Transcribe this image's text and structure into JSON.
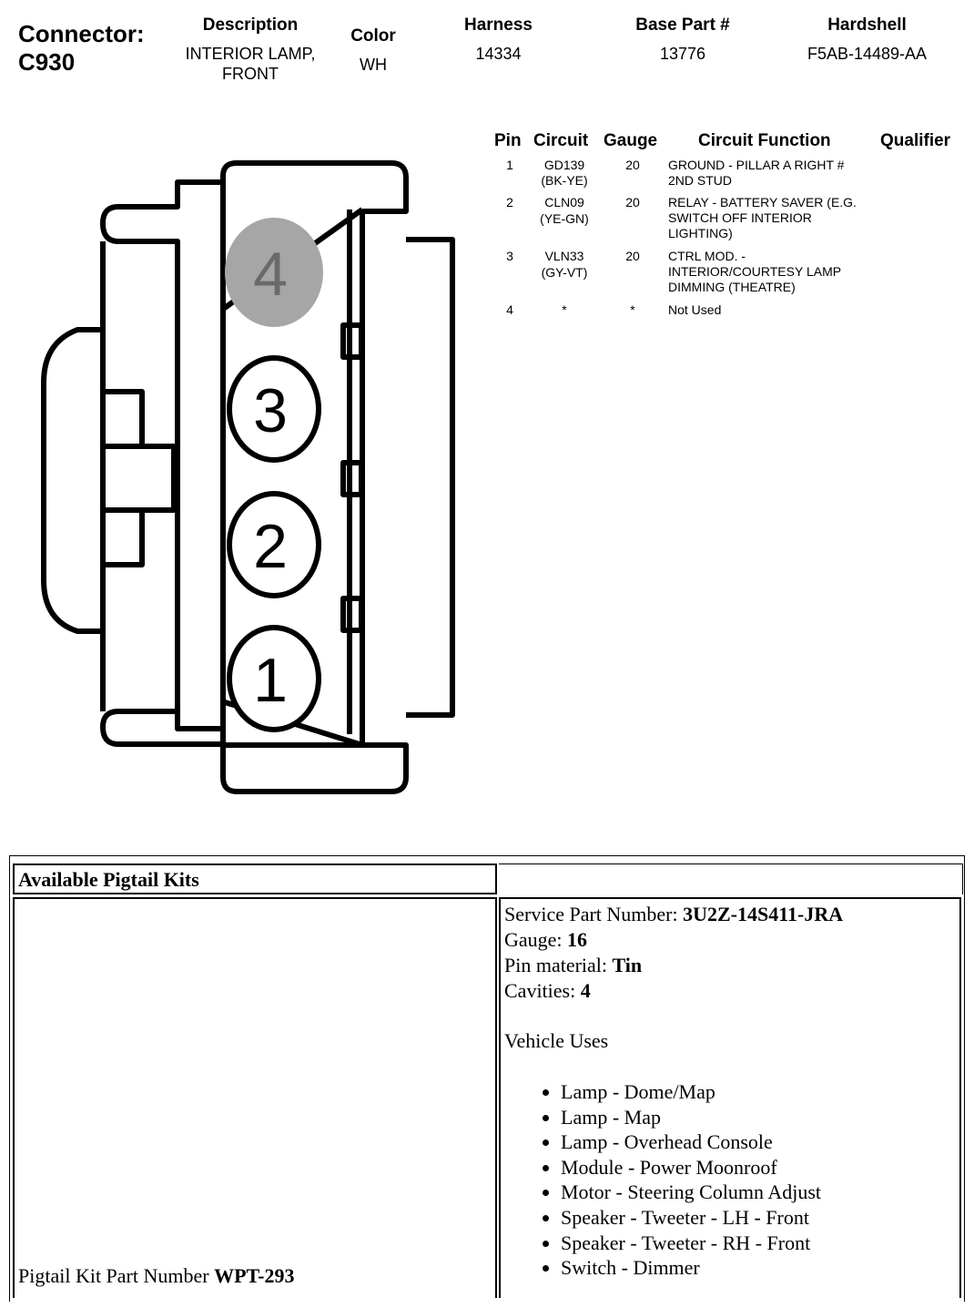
{
  "header": {
    "connector_label": "Connector:",
    "connector_id": "C930",
    "description_label": "Description",
    "description_value": "INTERIOR LAMP, FRONT",
    "color_label": "Color",
    "color_value": "WH",
    "harness_label": "Harness",
    "harness_value": "14334",
    "base_part_label": "Base Part #",
    "base_part_value": "13776",
    "hardshell_label": "Hardshell",
    "hardshell_value": "F5AB-14489-AA"
  },
  "pin_table": {
    "columns": [
      "Pin",
      "Circuit",
      "Gauge",
      "Circuit Function",
      "Qualifier"
    ],
    "rows": [
      {
        "pin": "1",
        "circuit": "GD139",
        "circuit_color": "(BK-YE)",
        "gauge": "20",
        "function": "GROUND - PILLAR A RIGHT # 2ND STUD",
        "qualifier": ""
      },
      {
        "pin": "2",
        "circuit": "CLN09",
        "circuit_color": "(YE-GN)",
        "gauge": "20",
        "function": "RELAY - BATTERY SAVER (E.G. SWITCH OFF INTERIOR LIGHTING)",
        "qualifier": ""
      },
      {
        "pin": "3",
        "circuit": "VLN33",
        "circuit_color": "(GY-VT)",
        "gauge": "20",
        "function": "CTRL MOD. - INTERIOR/COURTESY LAMP DIMMING (THEATRE)",
        "qualifier": ""
      },
      {
        "pin": "4",
        "circuit": "*",
        "circuit_color": "",
        "gauge": "*",
        "function": "Not Used",
        "qualifier": ""
      }
    ]
  },
  "connector_diagram": {
    "cavities": [
      "4",
      "3",
      "2",
      "1"
    ],
    "unused_fill": "#a6a6a6"
  },
  "pigtail": {
    "title": "Available Pigtail Kits",
    "kit_label": "Pigtail Kit Part Number ",
    "kit_number": "WPT-293",
    "service_label": "Service Part Number: ",
    "service_value": "3U2Z-14S411-JRA",
    "gauge_label": "Gauge: ",
    "gauge_value": "16",
    "pin_material_label": "Pin material: ",
    "pin_material_value": "Tin",
    "cavities_label": "Cavities: ",
    "cavities_value": "4",
    "vehicle_uses_label": "Vehicle Uses",
    "vehicle_uses": [
      "Lamp - Dome/Map",
      "Lamp - Map",
      "Lamp - Overhead Console",
      "Module - Power Moonroof",
      "Motor - Steering Column Adjust",
      "Speaker - Tweeter - LH - Front",
      "Speaker - Tweeter - RH - Front",
      "Switch - Dimmer"
    ]
  }
}
